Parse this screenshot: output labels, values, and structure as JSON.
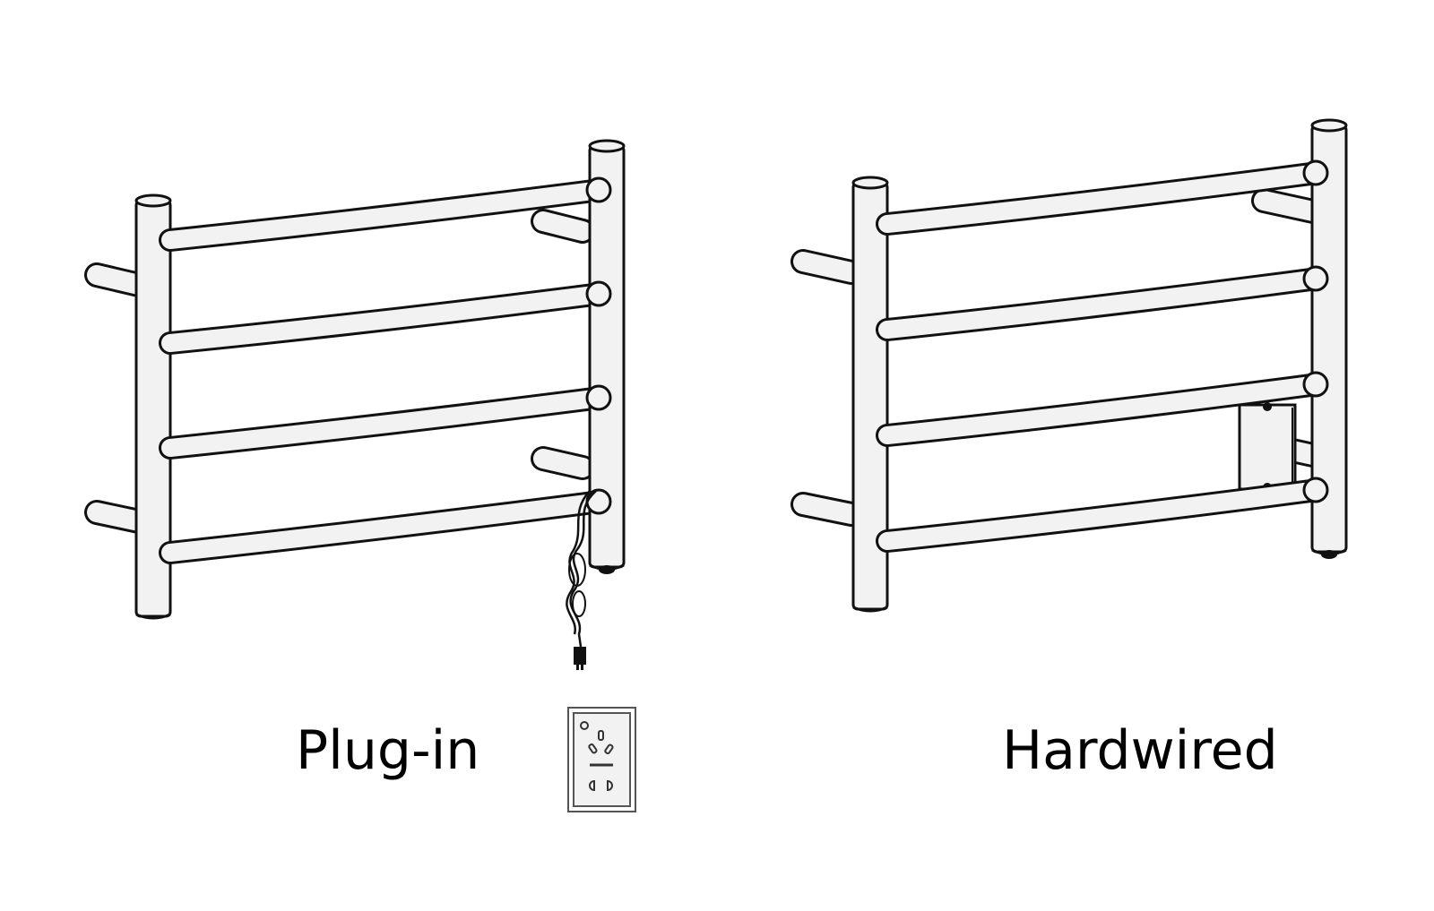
{
  "colors": {
    "background": "#ffffff",
    "outline": "#111111",
    "tube_fill": "#f2f2f2",
    "text": "#000000"
  },
  "options": [
    {
      "id": "plug-in",
      "label": "Plug-in",
      "icon": "wall-outlet-icon",
      "rails": 4
    },
    {
      "id": "hardwired",
      "label": "Hardwired",
      "icon": "junction-box-icon",
      "rails": 4
    }
  ]
}
